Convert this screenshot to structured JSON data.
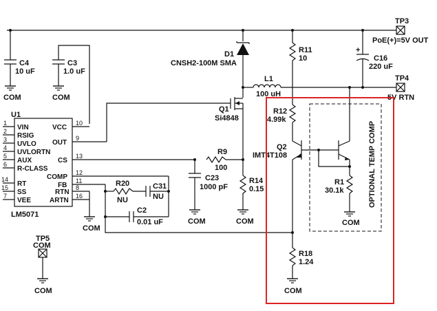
{
  "u1": {
    "ref": "U1",
    "part": "LM5071",
    "left_pins": [
      {
        "num": "1",
        "name": "VIN"
      },
      {
        "num": "2",
        "name": "RSIG"
      },
      {
        "num": "3",
        "name": "UVLO"
      },
      {
        "num": "4",
        "name": "UVLORTN"
      },
      {
        "num": "5",
        "name": "AUX"
      },
      {
        "num": "6",
        "name": "R-CLASS"
      },
      {
        "num": "14",
        "name": "RT"
      },
      {
        "num": "15",
        "name": "SS"
      },
      {
        "num": "7",
        "name": "VEE"
      }
    ],
    "right_pins": [
      {
        "num": "10",
        "name": "VCC"
      },
      {
        "num": "9",
        "name": "OUT"
      },
      {
        "num": "13",
        "name": "CS"
      },
      {
        "num": "12",
        "name": "COMP"
      },
      {
        "num": "11",
        "name": "FB"
      },
      {
        "num": "8",
        "name": "RTN"
      },
      {
        "num": "16",
        "name": "ARTN"
      }
    ]
  },
  "components": {
    "c4": {
      "ref": "C4",
      "value": "10 uF"
    },
    "c3": {
      "ref": "C3",
      "value": "1.0 uF"
    },
    "d1": {
      "ref": "D1",
      "value": "CNSH2-100M SMA"
    },
    "q1": {
      "ref": "Q1",
      "value": "Si4848"
    },
    "r11": {
      "ref": "R11",
      "value": "10"
    },
    "l1": {
      "ref": "L1",
      "value": "100 uH"
    },
    "c16": {
      "ref": "C16",
      "value": "220 uF",
      "polarity": "+"
    },
    "r12": {
      "ref": "R12",
      "value": "4.99k"
    },
    "q2": {
      "ref": "Q2",
      "value": "IMT4T108"
    },
    "r9": {
      "ref": "R9",
      "value": "100"
    },
    "c23": {
      "ref": "C23",
      "value": "1000 pF"
    },
    "r14": {
      "ref": "R14",
      "value": "0.15"
    },
    "r20": {
      "ref": "R20",
      "value": "NU"
    },
    "c31": {
      "ref": "C31",
      "value": "NU"
    },
    "c2": {
      "ref": "C2",
      "value": "0.01 uF"
    },
    "r1": {
      "ref": "R1",
      "value": "30.1k"
    },
    "r18": {
      "ref": "R18",
      "value": "1.24"
    }
  },
  "testpoints": {
    "tp3": {
      "ref": "TP3",
      "label": "PoE(+)=5V OUT"
    },
    "tp4": {
      "ref": "TP4",
      "label": "5V RTN"
    },
    "tp5": {
      "ref": "TP5",
      "label": "COM"
    }
  },
  "ground_label": "COM",
  "optional_box_label": "OPTIONAL TEMP COMP",
  "colors": {
    "wire": "#111111",
    "highlight": "#dd2222"
  }
}
